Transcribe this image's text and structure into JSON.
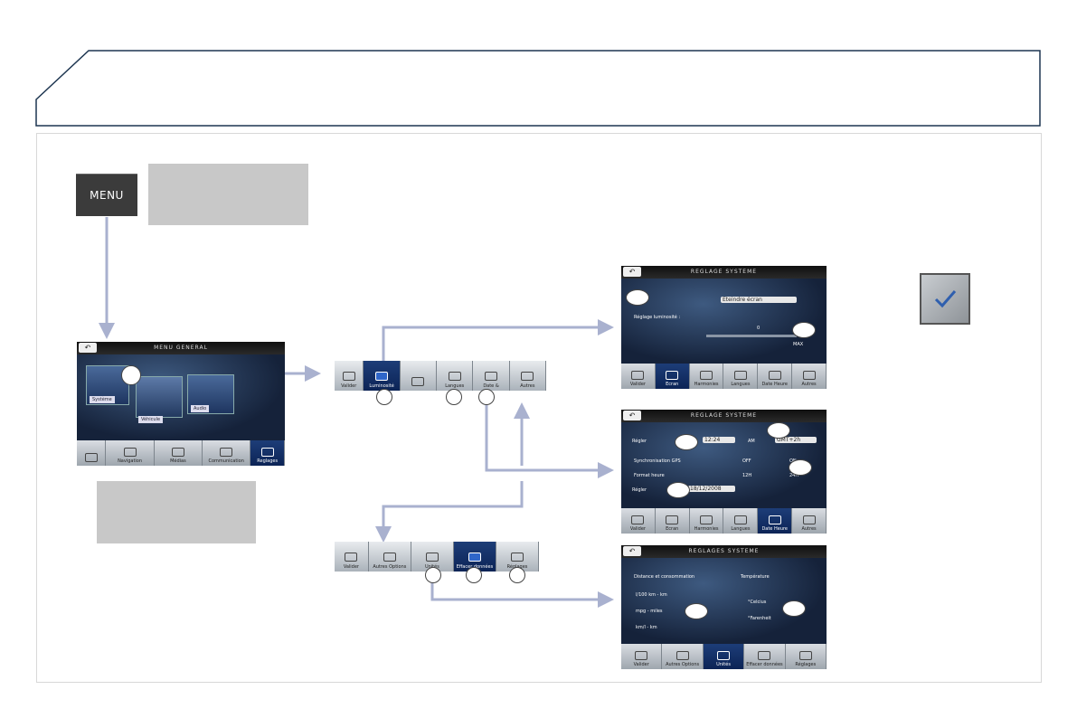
{
  "menu_button": {
    "label": "MENU"
  },
  "main_screen": {
    "title": "MENU GENERAL",
    "tiles": {
      "system": "Système",
      "vehicle": "Véhicule",
      "audio": "Audio"
    },
    "bottom_tabs": [
      "Navigation",
      "Médias",
      "Communication",
      "Reglages"
    ]
  },
  "toolbar_top": {
    "tabs": [
      "Valider",
      "Luminosité",
      "",
      "Langues",
      "Date &",
      "Autres"
    ]
  },
  "toolbar_bottom": {
    "tabs": [
      "Valider",
      "Autres Options",
      "Unités",
      "Effacer données",
      "Réglages"
    ]
  },
  "screen_brightness": {
    "title": "REGLAGE SYSTEME",
    "option": "Eteindre écran",
    "label": "Réglage luminosité :",
    "value": "0",
    "max": "MAX",
    "bottom_tabs": [
      "Valider",
      "Ecran",
      "Harmonies",
      "Langues",
      "Date Heure",
      "Autres"
    ]
  },
  "screen_datetime": {
    "title": "REGLAGE SYSTEME",
    "regler": "Régler",
    "time": "12:24",
    "am": "AM",
    "gmt": "GMT+2h",
    "gps_sync": "Synchronisation GPS",
    "off": "OFF",
    "on": "ON",
    "format": "Format heure",
    "h12": "12H",
    "h24": "24H",
    "regler_date": "Régler",
    "date": "18/12/2008",
    "bottom_tabs": [
      "Valider",
      "Ecran",
      "Harmonies",
      "Langues",
      "Date Heure",
      "Autres"
    ]
  },
  "screen_units": {
    "title": "REGLAGES SYSTEME",
    "distance": "Distance et consommation",
    "temperature": "Température",
    "opt1": "l/100 km - km",
    "opt2": "mpg - miles",
    "opt3": "km/l - km",
    "celsius": "°Celcius",
    "fahrenheit": "°Farenheit",
    "bottom_tabs": [
      "Valider",
      "Autres Options",
      "Unités",
      "Effacer données",
      "Réglages"
    ]
  },
  "colors": {
    "arrow": "#a9b1cf",
    "grey_box": "#c8c8c8",
    "frame": "#1d3550"
  }
}
